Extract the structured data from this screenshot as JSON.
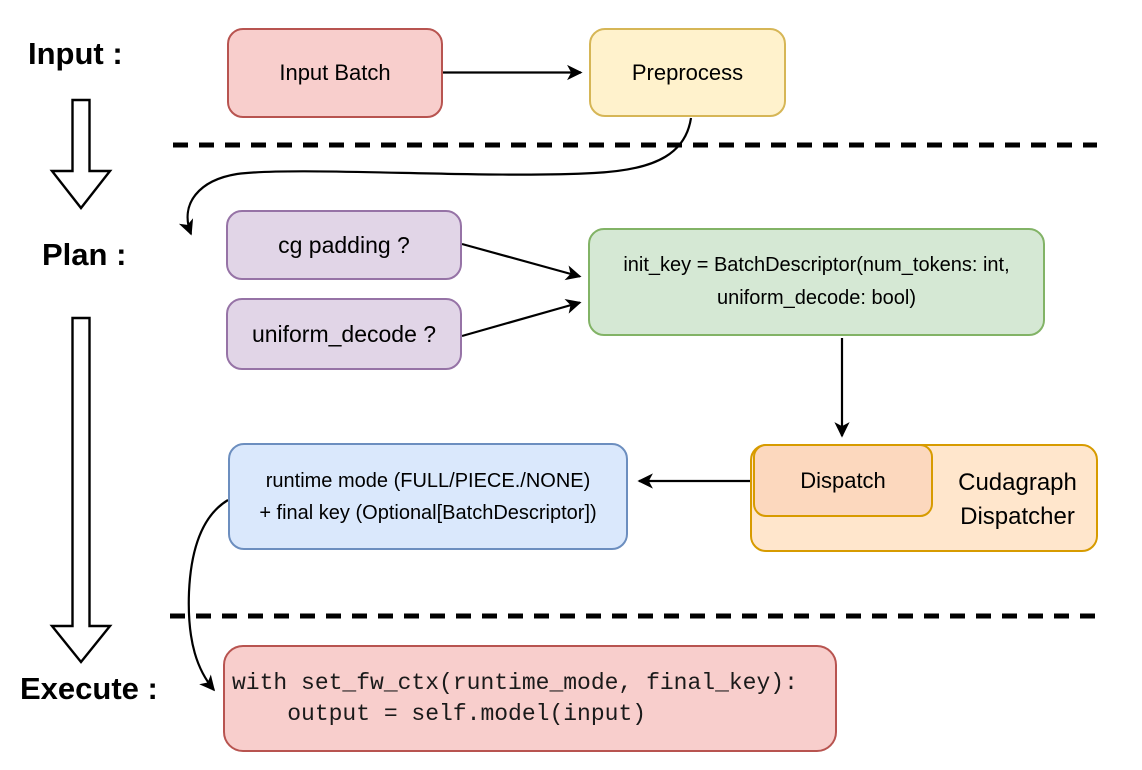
{
  "labels": {
    "input": "Input :",
    "plan": "Plan :",
    "execute": "Execute :"
  },
  "boxes": {
    "input_batch": {
      "label": "Input Batch",
      "fill": "#f8cecc",
      "stroke": "#b85450"
    },
    "preprocess": {
      "label": "Preprocess",
      "fill": "#fff2cc",
      "stroke": "#d6b656"
    },
    "cg_padding": {
      "label": "cg padding ?",
      "fill": "#e1d5e7",
      "stroke": "#9673a6"
    },
    "uniform_decode": {
      "label": "uniform_decode ?",
      "fill": "#e1d5e7",
      "stroke": "#9673a6"
    },
    "init_key": {
      "line1": "init_key = BatchDescriptor(num_tokens: int,",
      "line2": "uniform_decode: bool)",
      "fill": "#d5e8d4",
      "stroke": "#82b366"
    },
    "runtime_mode": {
      "line1": "runtime mode (FULL/PIECE./NONE)",
      "line2": "+ final key (Optional[BatchDescriptor])",
      "fill": "#dae8fc",
      "stroke": "#6c8ebf"
    },
    "dispatch": {
      "label": "Dispatch",
      "fill": "#fcd8be",
      "stroke": "#d79b00"
    },
    "cudagraph_dispatcher": {
      "line1": "Cudagraph",
      "line2": "Dispatcher",
      "fill": "#ffe6cc",
      "stroke": "#d79b00"
    },
    "execute_code": {
      "line1": "with set_fw_ctx(runtime_mode, final_key):",
      "line2": "    output = self.model(input)",
      "fill": "#f8cecc",
      "stroke": "#b85450"
    }
  },
  "colors": {
    "line": "#000000",
    "background": "#ffffff"
  }
}
